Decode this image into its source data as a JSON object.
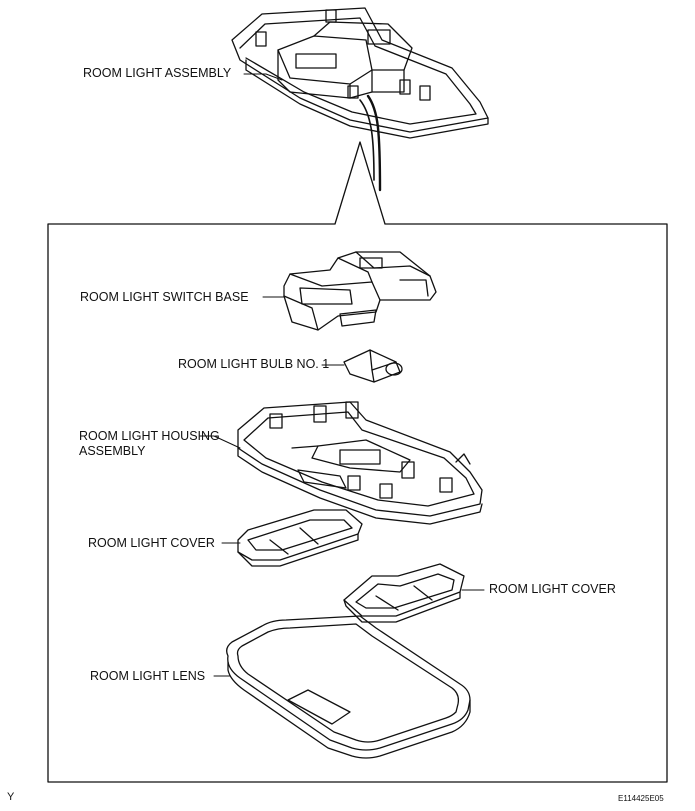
{
  "labels": {
    "assembly": "ROOM LIGHT ASSEMBLY",
    "switch_base": "ROOM LIGHT SWITCH BASE",
    "bulb": "ROOM LIGHT BULB NO. 1",
    "housing_line1": "ROOM LIGHT HOUSING",
    "housing_line2": "ASSEMBLY",
    "cover_left": "ROOM LIGHT COVER",
    "cover_right": "ROOM LIGHT COVER",
    "lens": "ROOM LIGHT LENS"
  },
  "footer": {
    "corner_mark": "Y",
    "figure_code": "E114425E05"
  },
  "colors": {
    "line": "#111111",
    "paper": "#ffffff"
  }
}
